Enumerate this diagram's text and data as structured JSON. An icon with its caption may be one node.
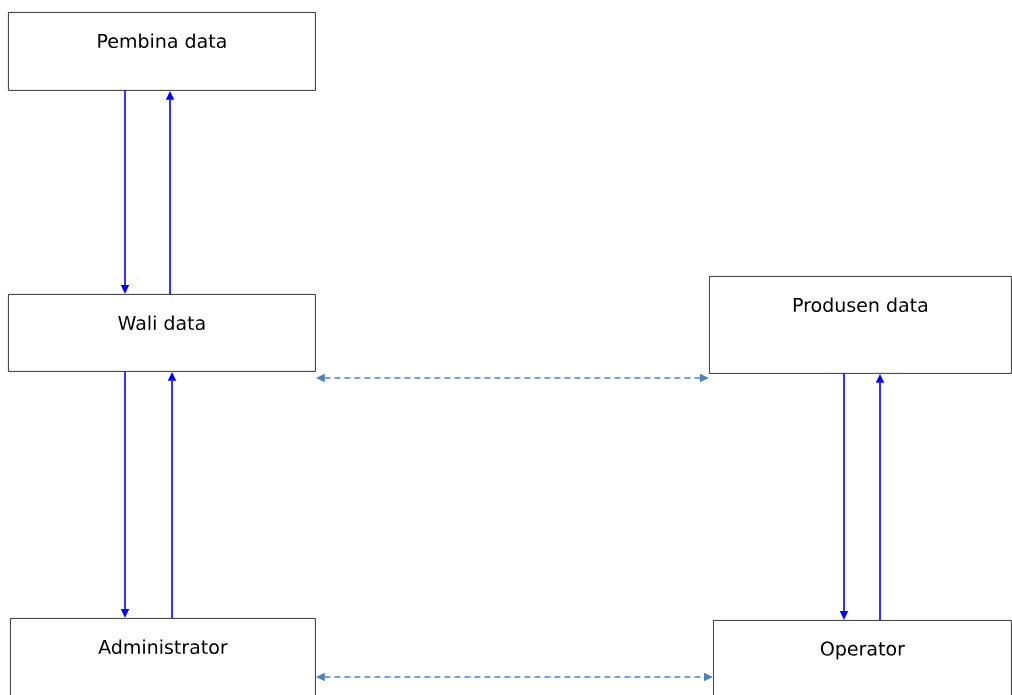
{
  "diagram": {
    "nodes": [
      {
        "text": [
          "Pembina data"
        ]
      },
      {
        "text": [
          "Wali data"
        ]
      },
      {
        "text": [
          "Produsen data"
        ]
      },
      {
        "text": [
          "Administrator"
        ]
      },
      {
        "text": [
          "Operator"
        ]
      }
    ],
    "edges": [
      {
        "from": 0,
        "to": 1,
        "arrow": "to"
      },
      {
        "from": 1,
        "to": 0,
        "arrow": "to"
      },
      {
        "from": 1,
        "to": 2,
        "arrow": "both",
        "style": "dashed",
        "color": "#4f81bd"
      },
      {
        "from": 1,
        "to": 3,
        "arrow": "to"
      },
      {
        "from": 3,
        "to": 1,
        "arrow": "to"
      },
      {
        "from": 2,
        "to": 4,
        "arrow": "to"
      },
      {
        "from": 4,
        "to": 2,
        "arrow": "to"
      },
      {
        "from": 3,
        "to": 4,
        "arrow": "both",
        "style": "dashed",
        "color": "#4f81bd"
      }
    ]
  }
}
